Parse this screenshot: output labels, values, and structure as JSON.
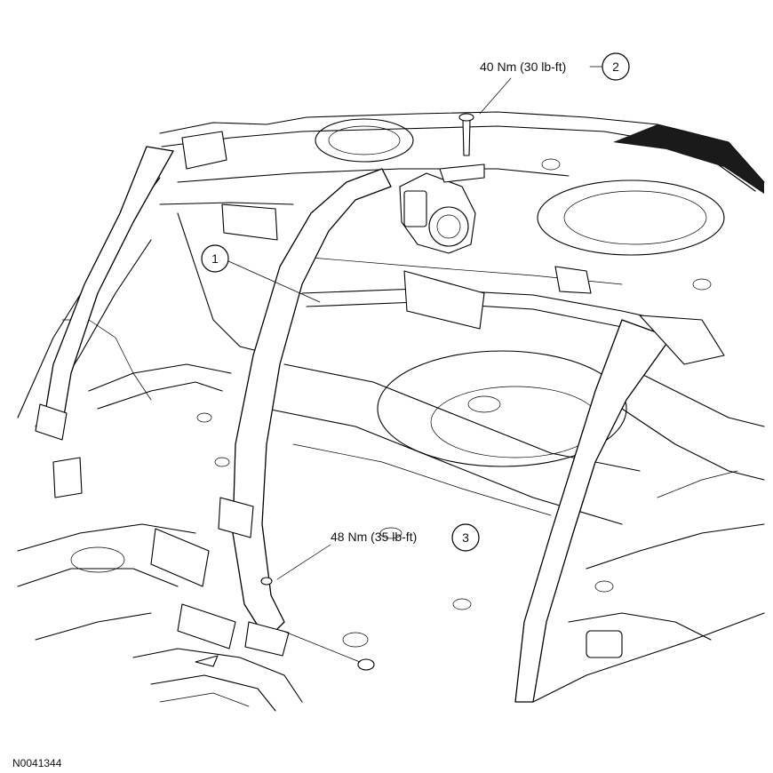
{
  "callouts": [
    {
      "number": "1"
    },
    {
      "number": "2",
      "torque": "40 Nm (30 lb-ft)"
    },
    {
      "number": "3",
      "torque": "48 Nm (35 lb-ft)"
    }
  ],
  "figure_id": "N0041344"
}
